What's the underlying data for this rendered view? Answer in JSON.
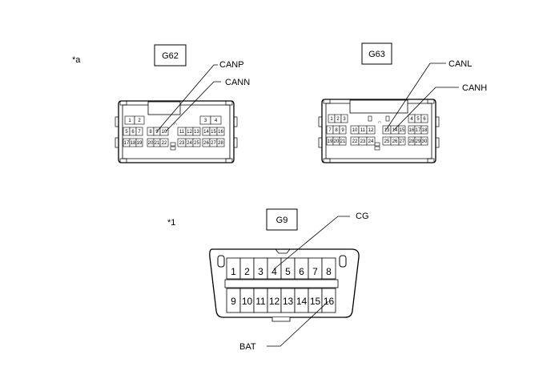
{
  "view_a": {
    "marker": "*a",
    "g62": {
      "title": "G62",
      "rows": [
        [
          "1",
          "2",
          "",
          "",
          "",
          "",
          "",
          "",
          "",
          "3",
          "4"
        ],
        [
          "5",
          "6",
          "7",
          "8",
          "9",
          "10",
          "11",
          "12",
          "13",
          "14",
          "15",
          "16"
        ],
        [
          "17",
          "18",
          "19",
          "20",
          "21",
          "22",
          "23",
          "24",
          "25",
          "26",
          "27",
          "28"
        ]
      ],
      "label_1": "CANP",
      "label_2": "CANN"
    },
    "g63": {
      "title": "G63",
      "rows": [
        [
          "1",
          "2",
          "3",
          "4",
          "5",
          "6"
        ],
        [
          "7",
          "8",
          "9",
          "10",
          "11",
          "12",
          "13",
          "14",
          "15",
          "16",
          "17",
          "18"
        ],
        [
          "19",
          "20",
          "21",
          "22",
          "23",
          "24",
          "25",
          "26",
          "27",
          "28",
          "29",
          "30"
        ]
      ],
      "label_1": "CANL",
      "label_2": "CANH"
    }
  },
  "view_1": {
    "marker": "*1",
    "g9": {
      "title": "G9",
      "top_pins": [
        "1",
        "2",
        "3",
        "4",
        "5",
        "6",
        "7",
        "8"
      ],
      "bottom_pins": [
        "9",
        "10",
        "11",
        "12",
        "13",
        "14",
        "15",
        "16"
      ],
      "label_top": "CG",
      "label_bottom": "BAT"
    }
  }
}
